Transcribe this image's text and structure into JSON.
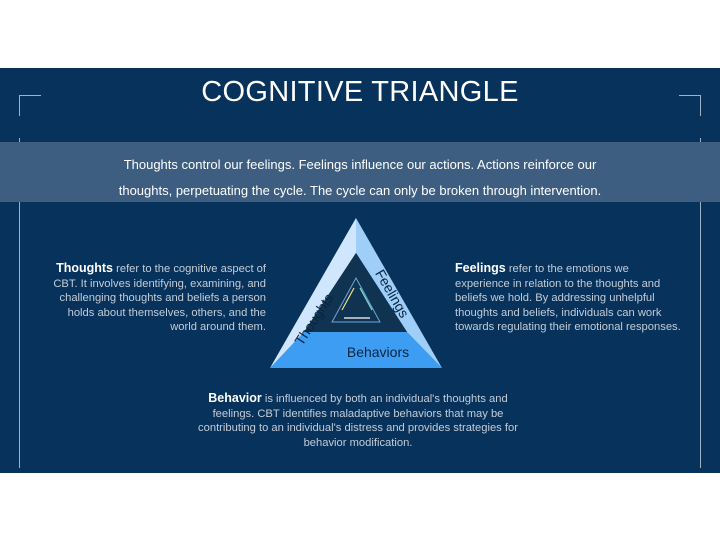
{
  "title": "COGNITIVE TRIANGLE",
  "intro": {
    "line1": "Thoughts control our feelings. Feelings influence our actions. Actions reinforce our",
    "line2": "thoughts, perpetuating the cycle. The cycle can only be broken through intervention."
  },
  "triangle": {
    "thoughts_label": "Thoughts",
    "feelings_label": "Feelings",
    "behaviors_label": "Behaviors"
  },
  "thoughts": {
    "term": "Thoughts",
    "text": " refer to the cognitive aspect of CBT. It involves identifying, examining, and challenging thoughts and beliefs a person holds about themselves, others, and the world around them."
  },
  "feelings": {
    "term": "Feelings",
    "text": " refer to the emotions we experience in relation to the thoughts and beliefs we hold. By addressing unhelpful thoughts and beliefs, individuals can work towards regulating their emotional responses."
  },
  "behavior": {
    "term": "Behavior",
    "text": " is influenced by both an individual's thoughts and feelings. CBT identifies maladaptive behaviors that may be contributing to an individual's distress and provides strategies for behavior modification."
  },
  "colors": {
    "background": "#07325c",
    "band": "#3d5e80",
    "thoughts_fill": "#cfe6fc",
    "feelings_fill": "#9fcff8",
    "behaviors_fill": "#3d9df2",
    "center_fill": "#0f3350"
  }
}
